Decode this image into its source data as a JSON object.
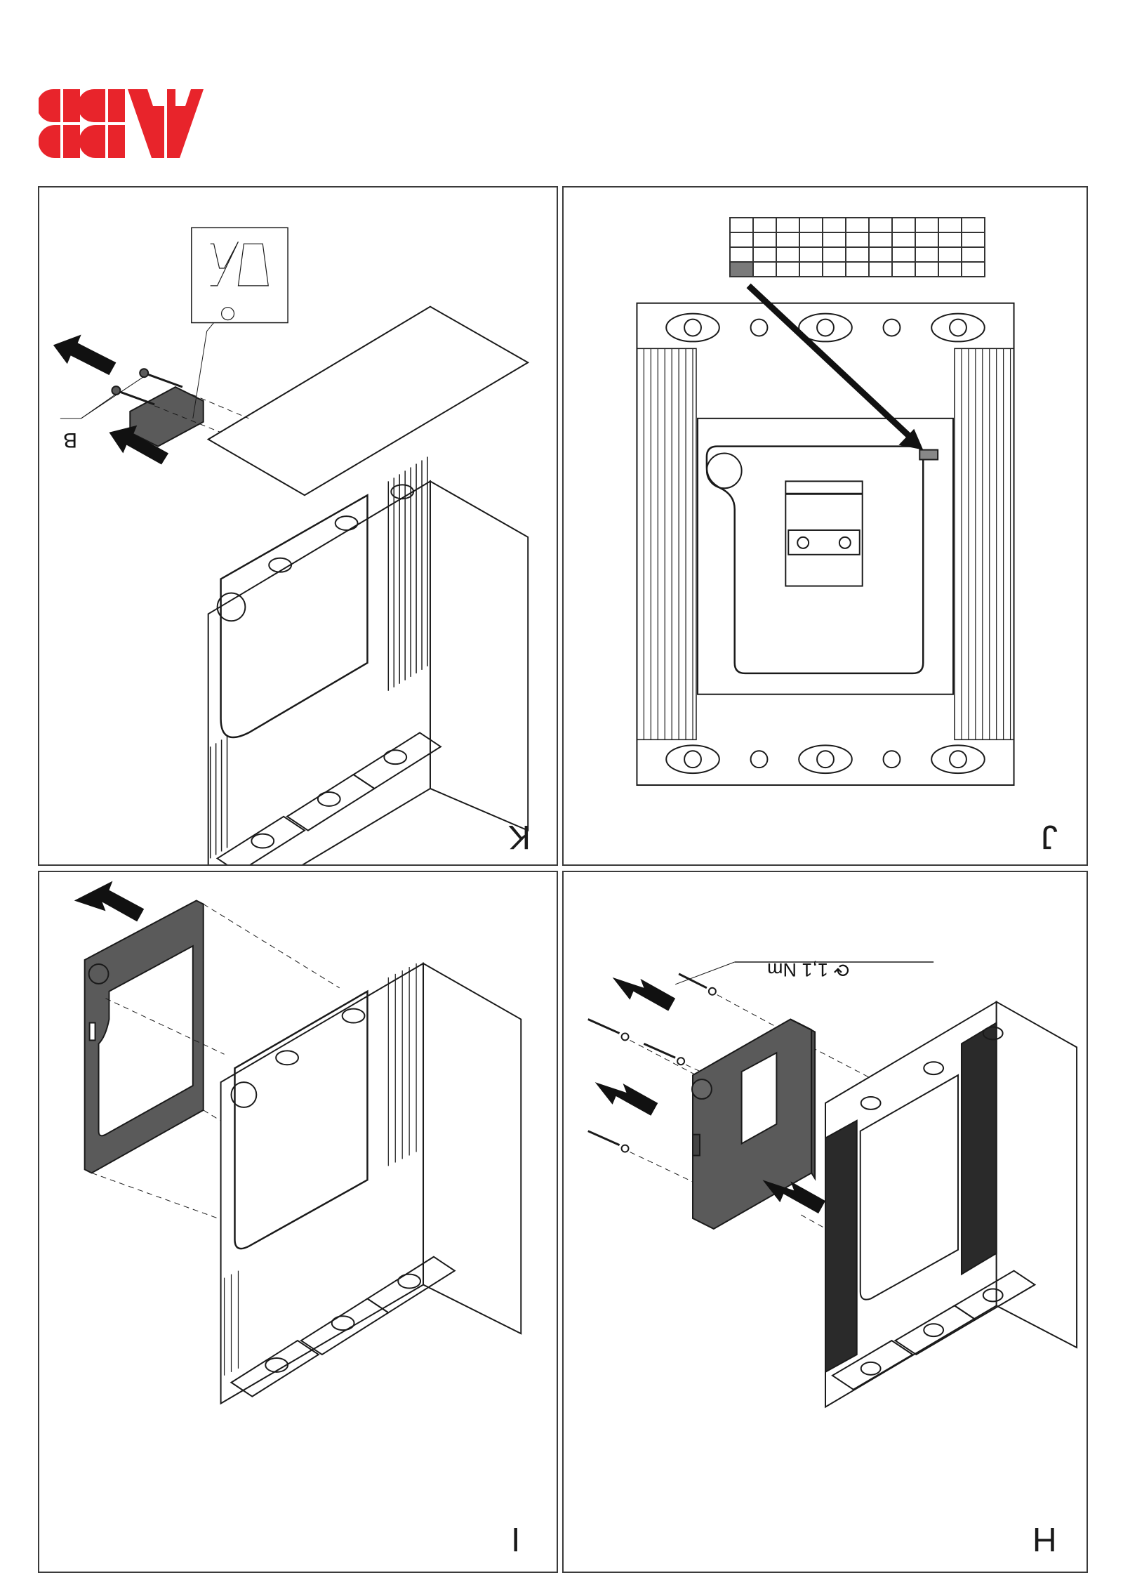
{
  "document": {
    "brand": "ABB",
    "brand_color": "#e8242b",
    "orientation": "rotated 180 degrees",
    "line_color": "#1a1a1a",
    "part_fill_color": "#555555"
  },
  "panels": [
    {
      "id": "K",
      "label": "K",
      "callout": "B",
      "description": "Remove the two screws (B) and lift off the lock block from the breaker front"
    },
    {
      "id": "J",
      "label": "J",
      "description": "Front view of breaker; arrow points from the rating label grid to the label position on the cover",
      "label_grid": {
        "columns": 11,
        "rows": 4,
        "filled_cell": {
          "row": 4,
          "column": 1
        }
      }
    },
    {
      "id": "I",
      "label": "I",
      "description": "Fit the frame onto the front of the breaker"
    },
    {
      "id": "H",
      "label": "H",
      "torque": "1,1 Nm",
      "torque_icon": "tightening-torque-icon",
      "description": "Mount the front cover with four screws and washers"
    }
  ]
}
